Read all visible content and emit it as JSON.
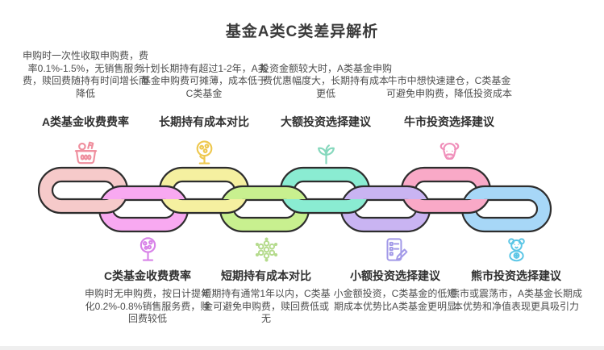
{
  "title": "基金A类C类差异解析",
  "top_items": [
    {
      "heading": "A类基金收费费率",
      "desc": "申购时一次性收取申购费，费率0.1%-1.5%，无销售服务费，赎回费随持有时间增长而降低",
      "icon": "basket-icon",
      "icon_color": "#ef8f9e"
    },
    {
      "heading": "长期持有成本对比",
      "desc": "计划长期持有超过1-2年，A类基金申购费可摊薄，成本低于C类基金",
      "icon": "money-tree-icon",
      "icon_color": "#eec84f"
    },
    {
      "heading": "大额投资选择建议",
      "desc": "投资金额较大时，A类基金申购费优惠幅度大，长期持有成本更低",
      "icon": "sprout-icon",
      "icon_color": "#86d8bd"
    },
    {
      "heading": "牛市投资选择建议",
      "desc": "牛市中想快速建仓，C类基金可避免申购费，降低投资成本",
      "icon": "bull-icon",
      "icon_color": "#f08fba"
    }
  ],
  "bottom_items": [
    {
      "heading": "C类基金收费费率",
      "desc": "申购时无申购费，按日计提年化0.2%-0.8%销售服务费，赎回费较低",
      "icon": "fruit-tree-icon",
      "icon_color": "#d883e8"
    },
    {
      "heading": "短期持有成本对比",
      "desc": "短期持有通常1年以内，C类基金可避免申购费，赎回费低或无",
      "icon": "molecule-icon",
      "icon_color": "#b5db8d"
    },
    {
      "heading": "小额投资选择建议",
      "desc": "小金额投资，C类基金的低短期成本优势比A类基金更明显",
      "icon": "clipboard-pencil-icon",
      "icon_color": "#a299e8"
    },
    {
      "heading": "熊市投资选择建议",
      "desc": "熊市或震荡市，A类基金长期成本优势和净值表现更具吸引力",
      "icon": "bear-icon",
      "icon_color": "#5cc6e6"
    }
  ],
  "chain": {
    "outline_color": "#2d2d2d",
    "links": [
      {
        "row": "upper",
        "color": "#f6caca"
      },
      {
        "row": "lower",
        "color": "#f8a9f1"
      },
      {
        "row": "upper",
        "color": "#f5f0a0"
      },
      {
        "row": "lower",
        "color": "#c8f08f"
      },
      {
        "row": "upper",
        "color": "#8aecd2"
      },
      {
        "row": "lower",
        "color": "#c9b4f2"
      },
      {
        "row": "upper",
        "color": "#f9a9c7"
      },
      {
        "row": "lower",
        "color": "#a7d7f7"
      }
    ]
  }
}
